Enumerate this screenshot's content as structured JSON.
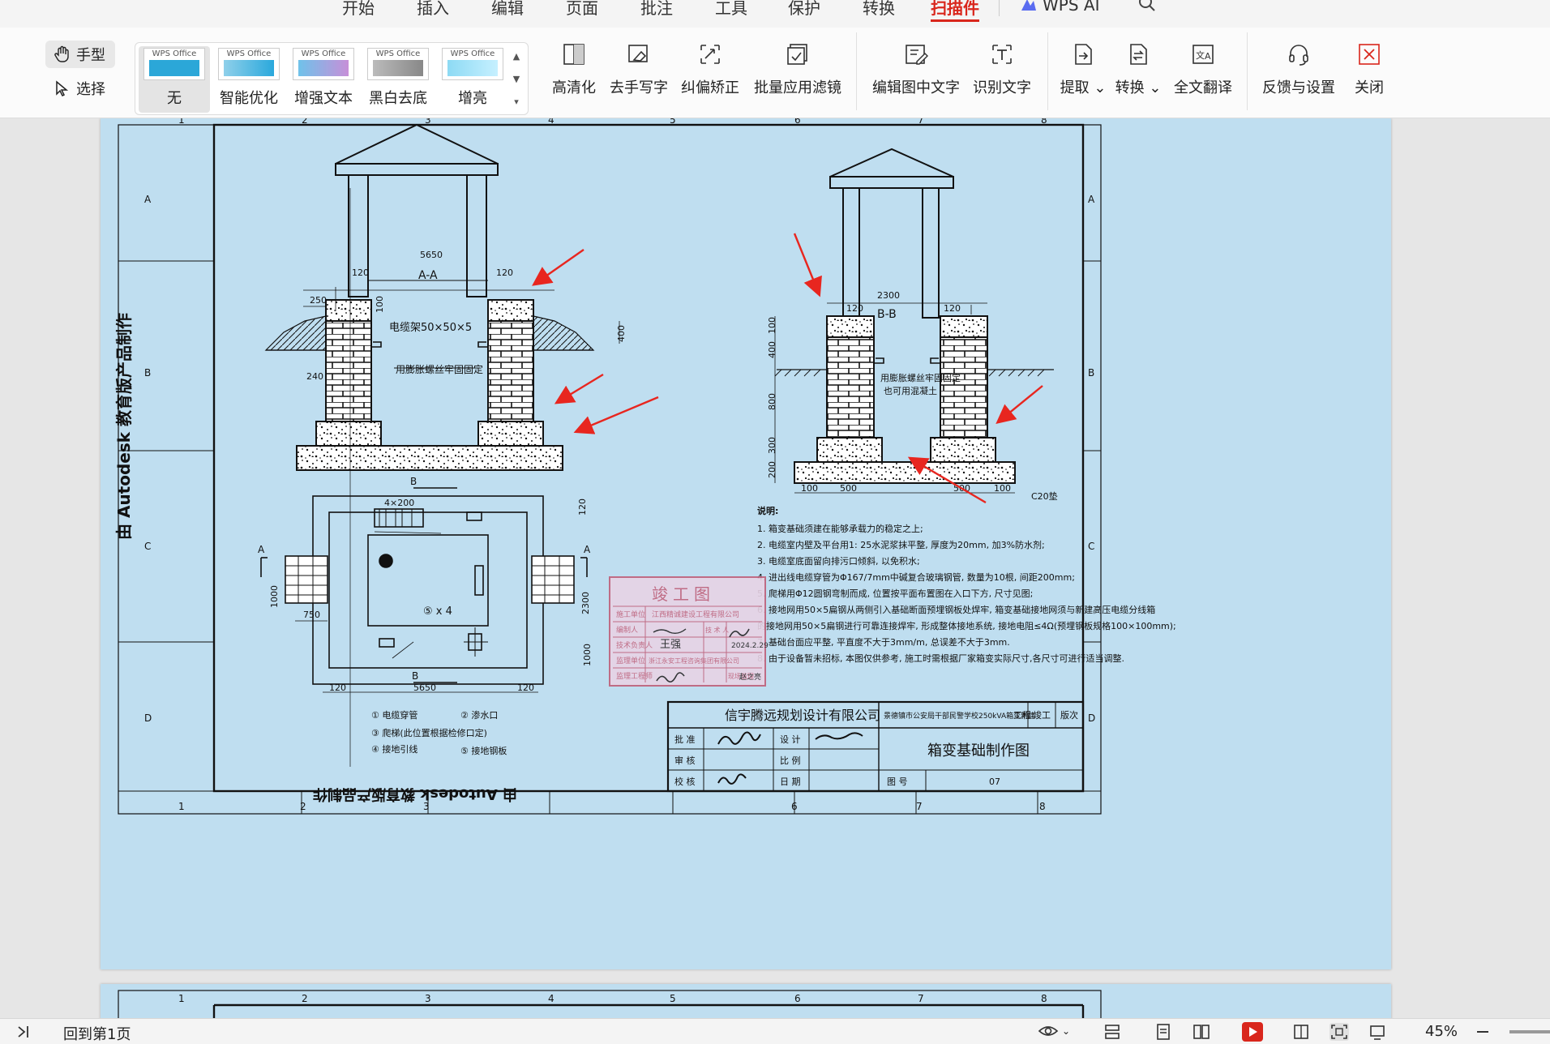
{
  "menu": {
    "items": [
      "开始",
      "插入",
      "编辑",
      "页面",
      "批注",
      "工具",
      "保护",
      "转换",
      "扫描件"
    ],
    "active": "扫描件",
    "wps_ai": "WPS AI"
  },
  "toolbar": {
    "hand_label": "手型",
    "select_label": "选择",
    "filters": [
      {
        "label": "无",
        "thumb": "WPS Office",
        "selected": true
      },
      {
        "label": "智能优化",
        "thumb": "WPS Office"
      },
      {
        "label": "增强文本",
        "thumb": "WPS Office"
      },
      {
        "label": "黑白去底",
        "thumb": "WPS Office"
      },
      {
        "label": "增亮",
        "thumb": "WPS Office"
      }
    ],
    "buttons": {
      "hd": "高清化",
      "remove_handwriting": "去手写字",
      "deskew": "纠偏矫正",
      "batch_filter": "批量应用滤镜",
      "edit_text": "编辑图中文字",
      "ocr": "识别文字",
      "extract": "提取",
      "convert": "转换",
      "translate": "全文翻译",
      "feedback": "反馈与设置",
      "close": "关闭"
    }
  },
  "drawing": {
    "col_numbers": [
      "1",
      "2",
      "3",
      "4",
      "5",
      "6",
      "7",
      "8"
    ],
    "row_letters": [
      "A",
      "B",
      "C",
      "D"
    ],
    "watermark": "由 Autodesk 教育版产品制作",
    "section_aa": "A-A",
    "section_bb": "B-B",
    "dim_5650": "5650",
    "dim_2300": "2300",
    "dim_120": "120",
    "dim_250": "250",
    "dim_240": "240",
    "dim_100": "100",
    "dim_400": "400",
    "dim_800": "800",
    "dim_300": "300",
    "dim_200": "200",
    "dim_500": "500",
    "dim_1000": "1000",
    "dim_750": "750",
    "dim_4x200": "4×200",
    "label_cable_rack": "电缆架50×50×5",
    "label_bolt": "用膨胀螺丝牢固固定",
    "label_bolt2": "用膨胀螺丝牢固固定",
    "label_bolt3": "也可用混凝土",
    "label_c20": "C20垫",
    "label_b": "B",
    "label_a": "A",
    "label_5x4": "⑤ x 4",
    "notes_title": "说明:",
    "notes": [
      "1. 箱变基础须建在能够承载力的稳定之上;",
      "2. 电缆室内壁及平台用1: 25水泥浆抹平整, 厚度为20mm, 加3%防水剂;",
      "3. 电缆室底面留向排污口倾斜, 以免积水;",
      "4. 进出线电缆穿管为Φ167/7mm中碱复合玻璃钢管, 数量为10根, 间距200mm;",
      "5. 爬梯用Φ12圆钢弯制而成, 位置按平面布置图在入口下方, 尺寸见图;",
      "6. 接地网用50×5扁钢从两侧引入基础断面预埋钢板处焊牢, 箱变基础接地网须与新建高压电缆分线箱",
      "   的接地网用50×5扁钢进行可靠连接焊牢, 形成整体接地系统, 接地电阻≤4Ω(预埋钢板规格100×100mm);",
      "7. 基础台面应平整, 平直度不大于3mm/m, 总误差不大于3mm.",
      "8. 由于设备暂未招标, 本图仅供参考, 施工时需根据厂家箱变实际尺寸,各尺寸可进行适当调整."
    ],
    "legend": [
      "① 电缆穿管",
      "② 渗水口",
      "③ 爬梯(此位置根据检修口定)",
      "④ 接地引线",
      "⑤ 接地钢板"
    ],
    "stamp": {
      "title": "竣工图",
      "rows": [
        "施工单位",
        "编制人",
        "技术负责人",
        "监理单位",
        "监理工程师"
      ],
      "company1": "江西精诚建设工程有限公司",
      "company2": "浙江永安工程咨询集团有限公司",
      "checker": "技 术 人",
      "date": "2024.2.29",
      "sign_date": "现场监理",
      "name1": "王强",
      "name2": "赵之亮"
    },
    "title_block": {
      "company": "信宇腾远规划设计有限公司",
      "project": "景德镇市公安局干部民警学校250kVA箱变新建",
      "project_suffix": "工程",
      "stage": "竣工",
      "version": "版次",
      "approve": "批 准",
      "review": "审 核",
      "check": "校 核",
      "design": "设 计",
      "scale": "比 例",
      "date": "日 期",
      "drawing_no_label": "图 号",
      "drawing_title": "箱变基础制作图",
      "drawing_no": "07"
    }
  },
  "status": {
    "back_to_first": "回到第1页",
    "zoom": "45%"
  },
  "colors": {
    "accent": "#d9261c",
    "page_bg": "#bfdef0",
    "line": "#111111",
    "arrow": "#e8261f"
  }
}
